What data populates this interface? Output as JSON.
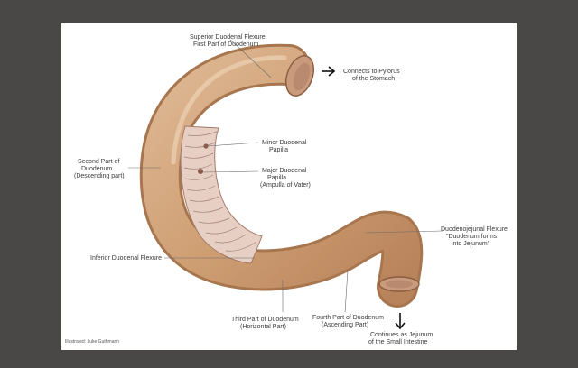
{
  "labels": {
    "superior_line1": "Superior Duodenal Flexure",
    "superior_line2": "First Part of Duodenum",
    "pylorus_line1": "Connects to Pylorus",
    "pylorus_line2": "of the Stomach",
    "second_line1": "Second Part of",
    "second_line2": "Duodenum",
    "second_line3": "(Descending part)",
    "minor_line1": "Minor Duodenal",
    "minor_line2": "Papilla",
    "major_line1": "Major Duodenal",
    "major_line2": "Papilla",
    "major_line3": "(Ampulla of Vater)",
    "inferior": "Inferior Duodenal Flexure",
    "djf_line1": "Duodenojejunal Flexure",
    "djf_line2": "\"Duodenum forms",
    "djf_line3": "into Jejunum\"",
    "third_line1": "Third Part of Duodenum",
    "third_line2": "(Horizontal Part)",
    "fourth_line1": "Fourth Part of Duodenum",
    "fourth_line2": "(Ascending Part)",
    "jejunum_line1": "Continues as Jejunum",
    "jejunum_line2": "of the Small Intestine",
    "credit": "Illustrated: Luke Guthmann"
  },
  "colors": {
    "background": "#4a4846",
    "card": "#ffffff",
    "tissue": "#d2a67e",
    "tissue_dark": "#a8764e",
    "lumen": "#b98a70"
  }
}
